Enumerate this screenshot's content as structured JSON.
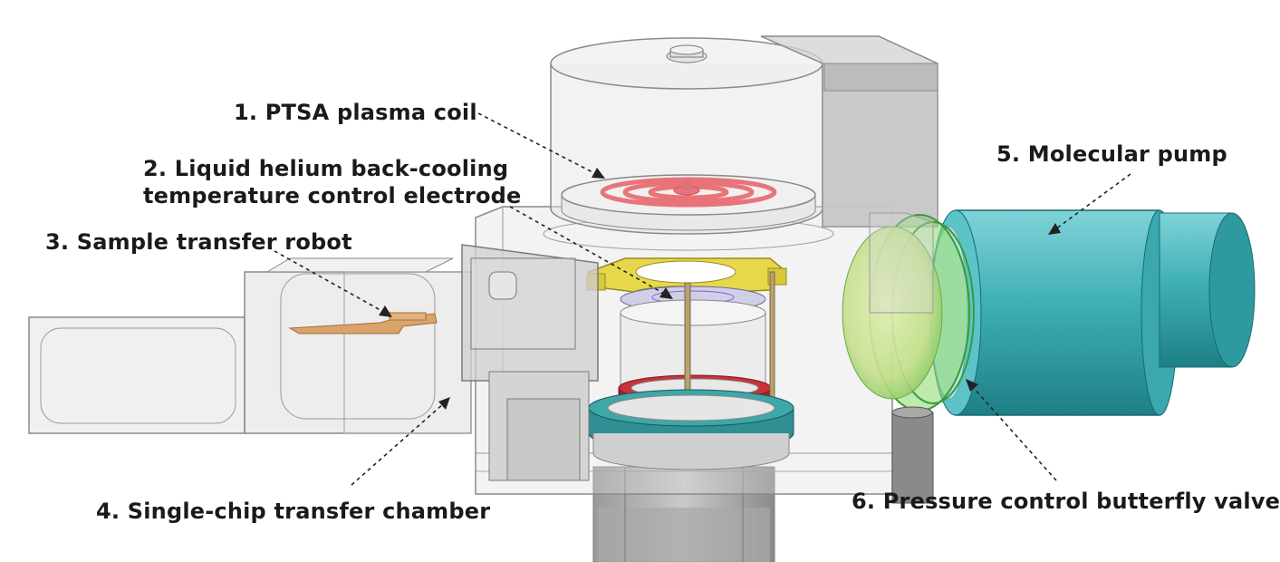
{
  "labels": {
    "plasma_coil": "1. PTSA plasma coil",
    "electrode_line1": "2. Liquid helium back-cooling",
    "electrode_line2": "temperature control electrode",
    "robot": "3. Sample transfer robot",
    "transfer_chamber": "4. Single-chip transfer chamber",
    "molecular_pump": "5. Molecular pump",
    "butterfly_valve": "6. Pressure control butterfly valve"
  },
  "colors": {
    "coil": "#e8747a",
    "electrode_ring": "#e6d84a",
    "heater_band": "#c8323a",
    "base_ring": "#3fa7a8",
    "pump": "#3fb0b6",
    "valve": "#8ad86a",
    "robot_arm": "#d9a36a",
    "chamber_edge": "#8a8a8a"
  }
}
